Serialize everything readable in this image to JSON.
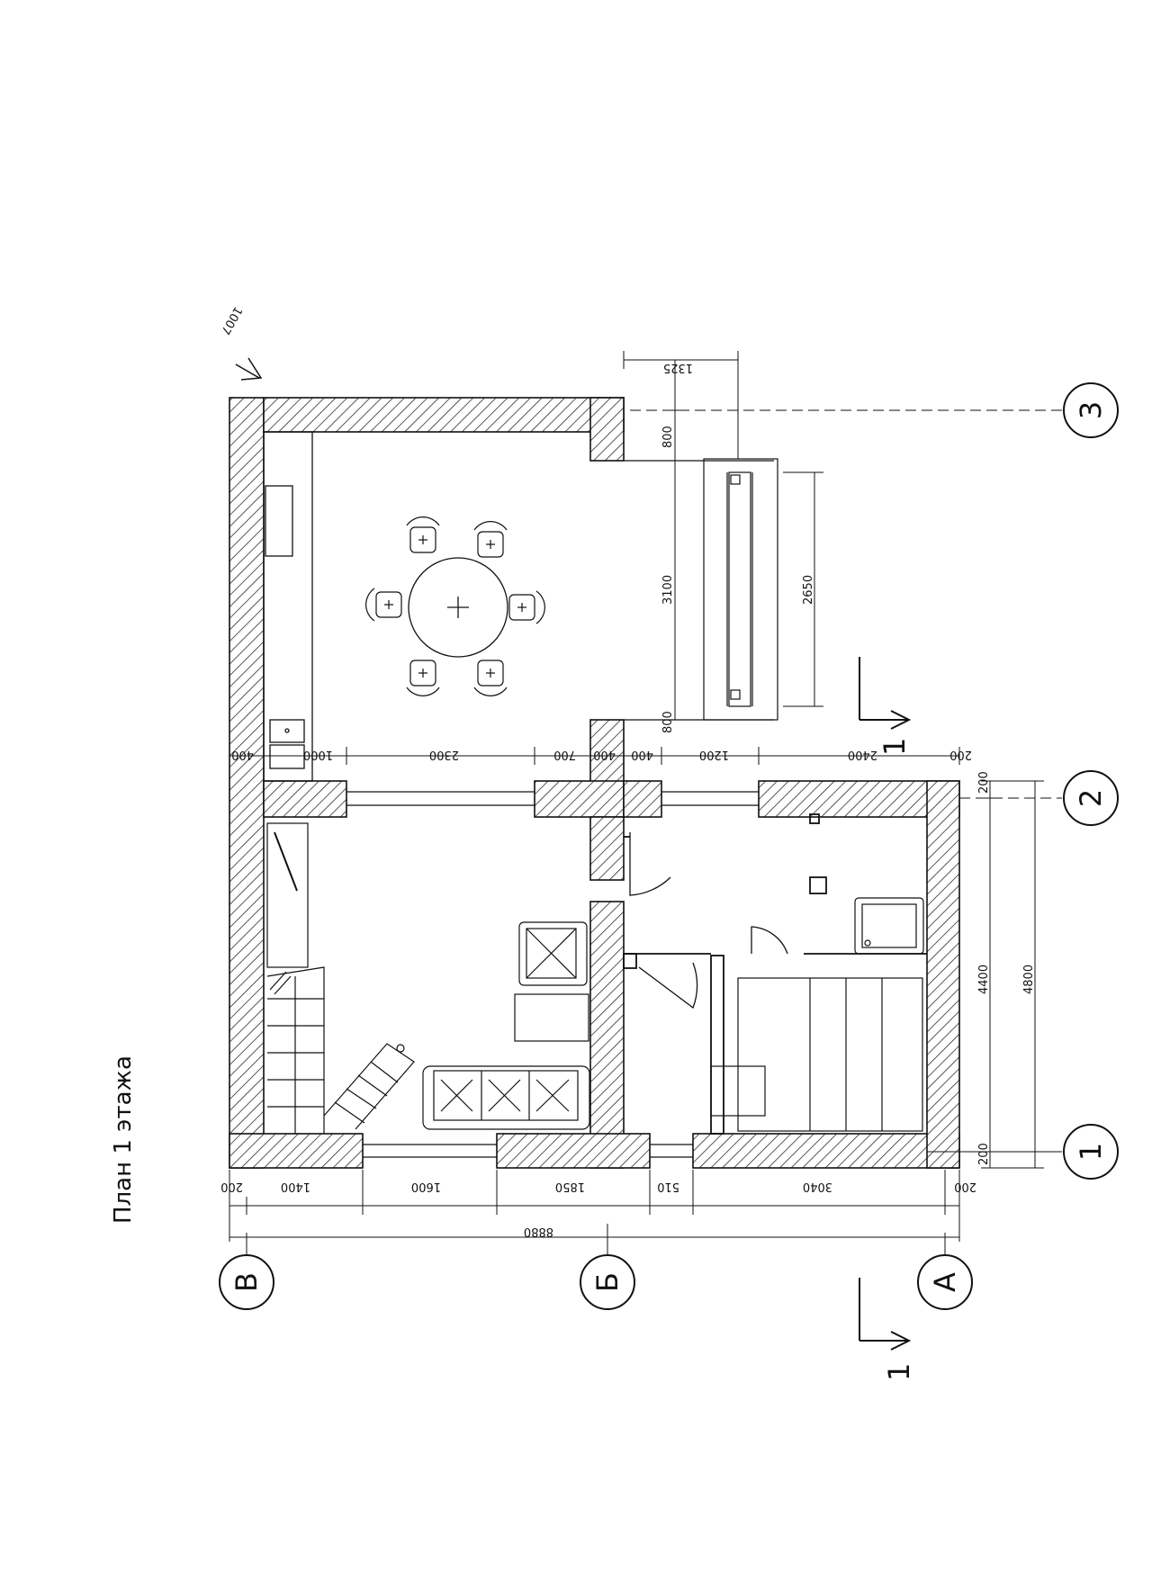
{
  "drawing": {
    "title": "План 1 этажа",
    "north_note": "1007",
    "section_label": "1"
  },
  "axes": {
    "letters": [
      "В",
      "Б",
      "А"
    ],
    "numbers": [
      "1",
      "2",
      "3"
    ]
  },
  "dimensions": {
    "bottom_chain": [
      "200",
      "1400",
      "1600",
      "1850",
      "510",
      "3040",
      "200"
    ],
    "bottom_total": "8880",
    "top_chain": [
      "400",
      "1000",
      "2300",
      "700",
      "400",
      "400",
      "1200",
      "2400",
      "200"
    ],
    "right_chain": [
      "200",
      "4400",
      "200"
    ],
    "right_total": "4800",
    "terrace": [
      "800",
      "3100",
      "800",
      "2650",
      "1325"
    ]
  }
}
